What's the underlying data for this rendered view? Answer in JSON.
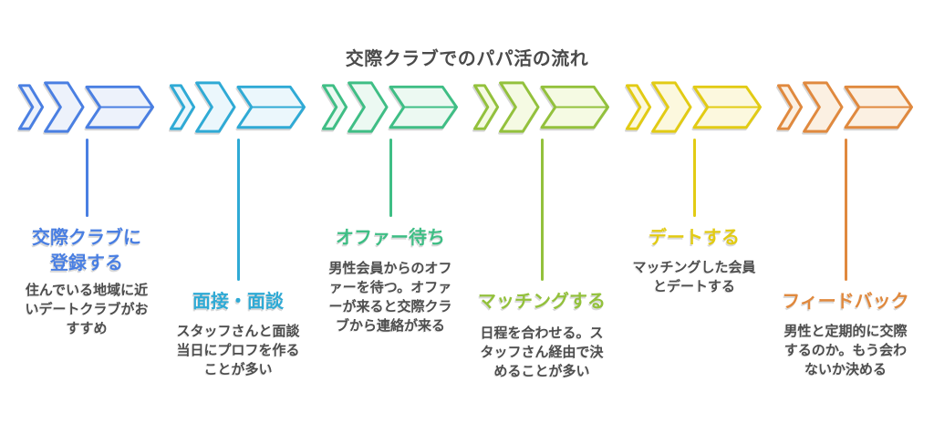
{
  "title": "交際クラブでのパパ活の流れ",
  "text_color": "#4e4e4e",
  "steps": [
    {
      "label": "交際クラブに\n登録する",
      "description": "住んでいる地域に近\nいデートクラブがお\nすすめ",
      "color": "#4a7fe2",
      "fill": "#edf2fb"
    },
    {
      "label": "面接・面談",
      "description": "スタッフさんと面談\n当日にプロフを作る\nことが多い",
      "color": "#2faad5",
      "fill": "#ebf7fc"
    },
    {
      "label": "オファー待ち",
      "description": "男性会員からのオフ\nァーを待つ。オファ\nーが来ると交際クラ\nブから連絡が来る",
      "color": "#3fbe85",
      "fill": "#ecf9f2"
    },
    {
      "label": "マッチングする",
      "description": "日程を合わせる。ス\nタッフさん経由で決\nめることが多い",
      "color": "#93c13c",
      "fill": "#f5fae3"
    },
    {
      "label": "デートする",
      "description": "マッチングした会員\nとデートする",
      "color": "#e2cb14",
      "fill": "#fcf8de"
    },
    {
      "label": "フィードバック",
      "description": "男性と定期的に交際\nするのか。もう会わ\nないか決める",
      "color": "#e0893e",
      "fill": "#fbf0e2"
    }
  ]
}
